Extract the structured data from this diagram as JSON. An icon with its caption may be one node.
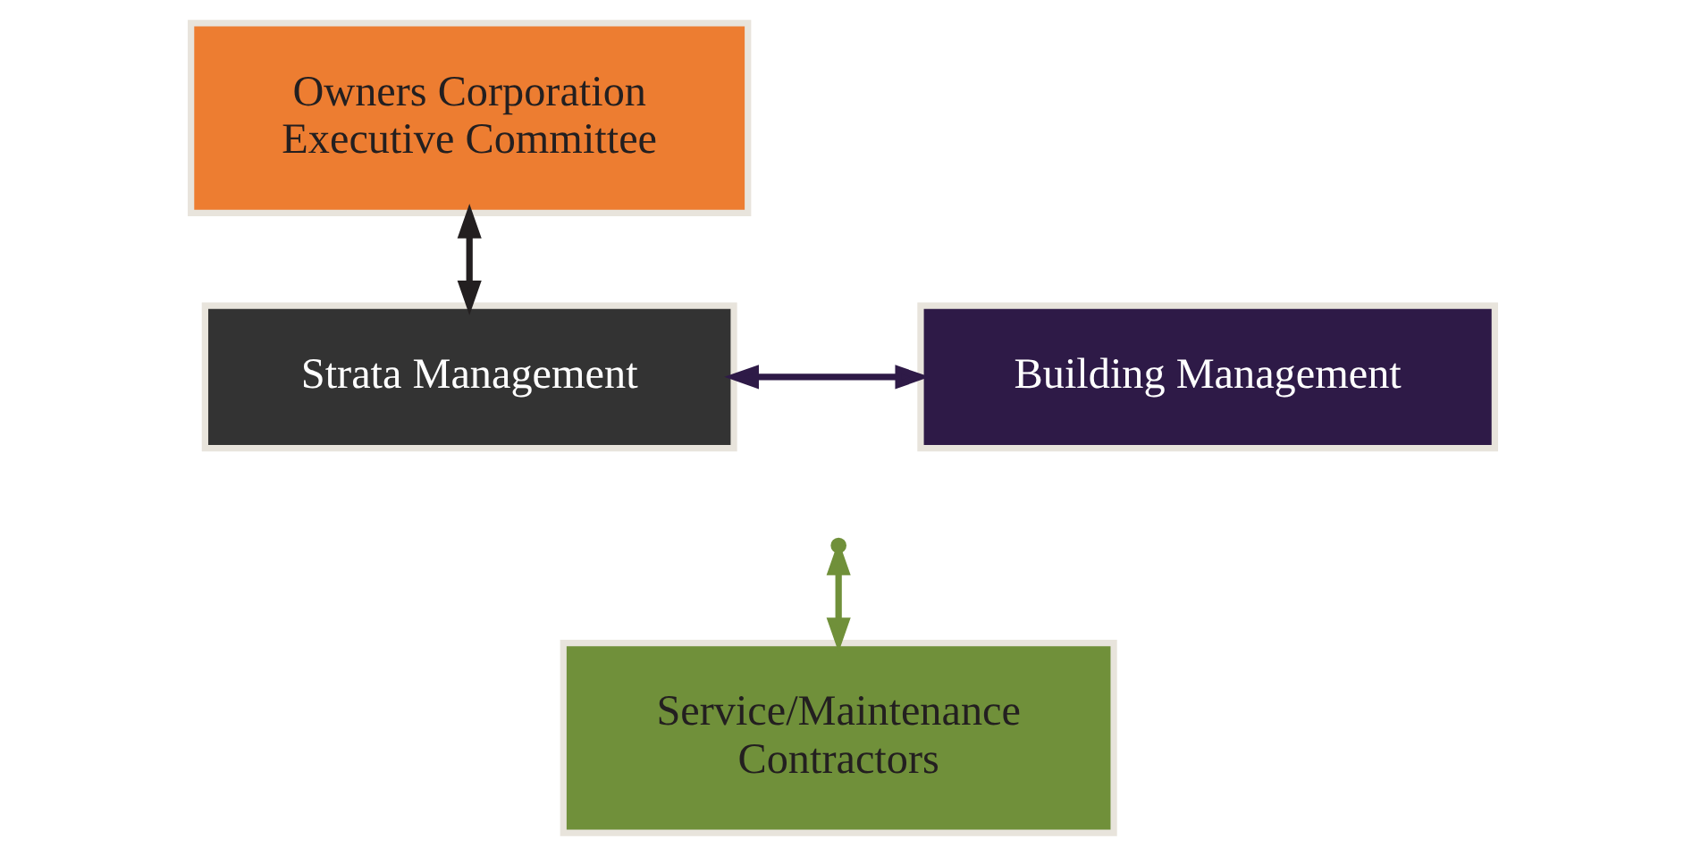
{
  "diagram": {
    "nodes": [
      {
        "text": [
          "Owners Corporation Executive Committee"
        ]
      },
      {
        "text": [
          "Strata Management"
        ]
      },
      {
        "text": [
          "Building Management"
        ]
      },
      {
        "text": [
          "Service/Maintenance Contractors"
        ]
      }
    ],
    "edges": [
      {
        "from": 0,
        "to": 1,
        "arrow": "both",
        "color": "#231f20"
      },
      {
        "from": 1,
        "to": 2,
        "arrow": "both",
        "color": "#2e1a47"
      },
      {
        "from": null,
        "to": 3,
        "arrow": "both",
        "color": "#70903a"
      }
    ]
  }
}
